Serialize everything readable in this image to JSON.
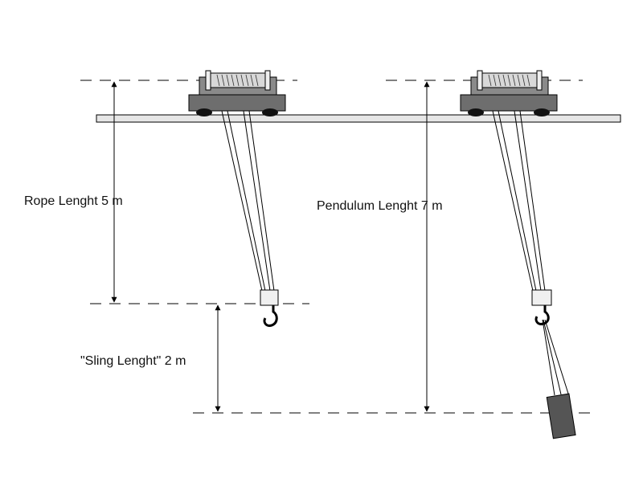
{
  "labels": {
    "rope_length": "Rope Lenght 5 m",
    "pendulum_length": "Pendulum Lenght 7 m",
    "sling_length": "\"Sling Lenght\" 2 m"
  },
  "colors": {
    "line": "#000000",
    "beam_fill": "#e6e6e6",
    "trolley_fill": "#6e6e6e",
    "wheel_fill": "#111111",
    "drum_fill": "#d8d8d8",
    "hook_block_fill": "#f0f0f0",
    "load_fill": "#555555"
  }
}
